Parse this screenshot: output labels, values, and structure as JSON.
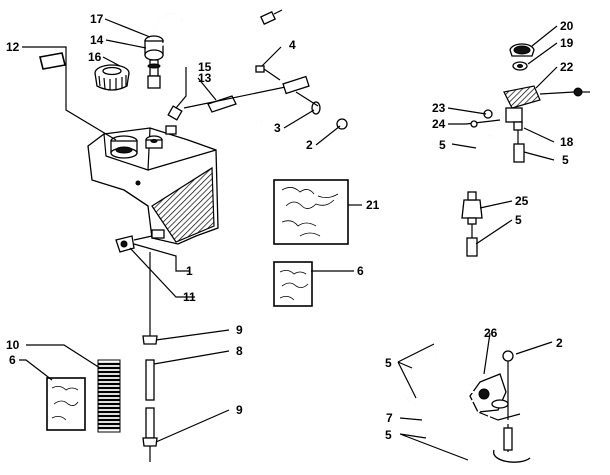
{
  "diagram": {
    "callouts": {
      "c1": "1",
      "c2a": "2",
      "c2b": "2",
      "c3": "3",
      "c4": "4",
      "c5a": "5",
      "c5b": "5",
      "c5c": "5",
      "c5d": "5",
      "c5e": "5",
      "c6a": "6",
      "c6b": "6",
      "c7": "7",
      "c8": "8",
      "c9a": "9",
      "c9b": "9",
      "c10": "10",
      "c11": "11",
      "c12": "12",
      "c13": "13",
      "c14": "14",
      "c15": "15",
      "c16": "16",
      "c17": "17",
      "c18": "18",
      "c19": "19",
      "c20": "20",
      "c21": "21",
      "c22": "22",
      "c23": "23",
      "c24": "24",
      "c25": "25",
      "c26": "26"
    }
  }
}
